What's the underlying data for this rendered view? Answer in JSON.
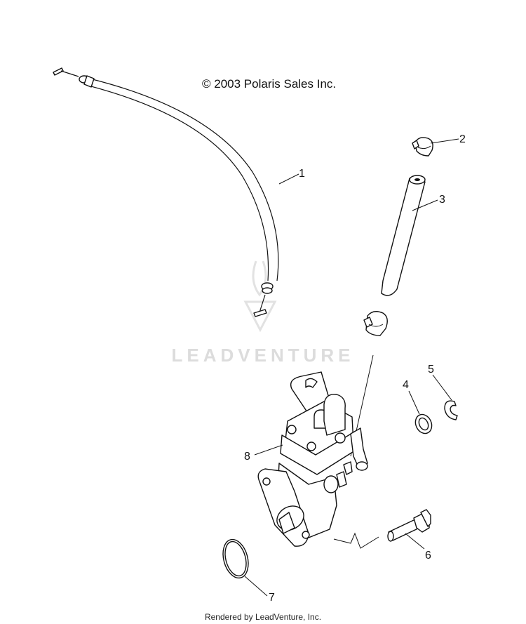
{
  "copyright": "© 2003 Polaris Sales Inc.",
  "watermark": "LEADVENTURE",
  "footer": "Rendered by LeadVenture, Inc.",
  "callouts": [
    "1",
    "2",
    "3",
    "4",
    "5",
    "6",
    "7",
    "8"
  ]
}
